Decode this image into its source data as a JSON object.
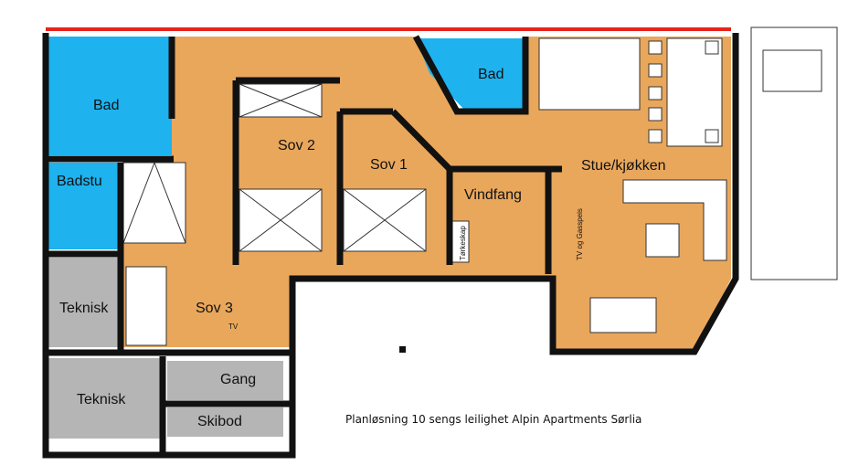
{
  "colors": {
    "wet_room": "#1EB2EE",
    "living": "#E9A75C",
    "technical": "#B5B5B5",
    "wall": "#111111",
    "top_edge": "#E8231C"
  },
  "rooms": [
    {
      "id": "bad-1",
      "label": "Bad"
    },
    {
      "id": "bad-2",
      "label": "Bad"
    },
    {
      "id": "badstu",
      "label": "Badstu"
    },
    {
      "id": "sov-1",
      "label": "Sov 1"
    },
    {
      "id": "sov-2",
      "label": "Sov 2"
    },
    {
      "id": "sov-3",
      "label": "Sov 3"
    },
    {
      "id": "stue-kjokken",
      "label": "Stue/kjøkken"
    },
    {
      "id": "vindfang",
      "label": "Vindfang"
    },
    {
      "id": "teknisk-1",
      "label": "Teknisk"
    },
    {
      "id": "teknisk-2",
      "label": "Teknisk"
    },
    {
      "id": "gang",
      "label": "Gang"
    },
    {
      "id": "skibod",
      "label": "Skibod"
    }
  ],
  "annotations": {
    "tv": "TV",
    "drying_cabinet": "Tørkeskap",
    "tv_fireplace": "TV og Gasspeis"
  },
  "caption": "Planløsning 10 sengs leilighet Alpin Apartments Sørlia"
}
